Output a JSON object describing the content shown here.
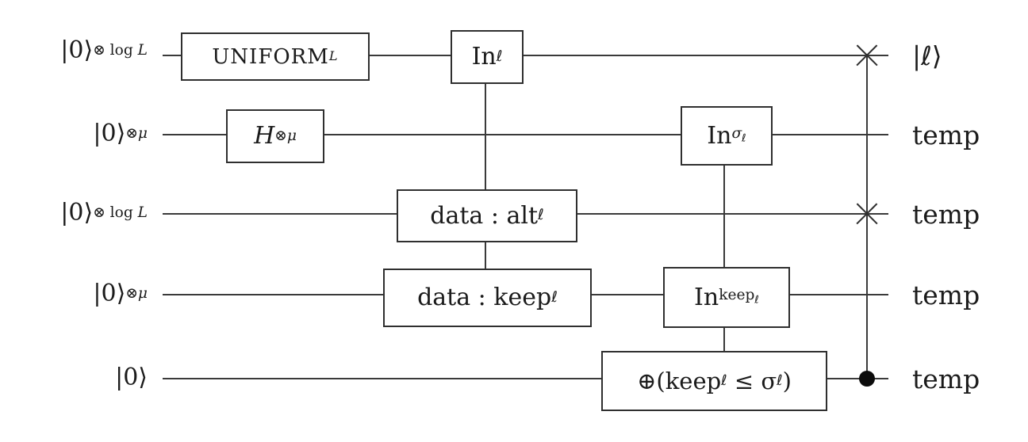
{
  "figure": "quantum-circuit",
  "colors": {
    "line": "#3a3a3a",
    "background": "#ffffff",
    "text": "#1b1b1b"
  },
  "wires": [
    {
      "input": {
        "base": "|0⟩",
        "sup_prefix": "⊗ log ",
        "sup_var": "L"
      },
      "output": "|ℓ⟩"
    },
    {
      "input": {
        "base": "|0⟩",
        "sup_prefix": "⊗",
        "sup_var": "μ"
      },
      "output": "temp"
    },
    {
      "input": {
        "base": "|0⟩",
        "sup_prefix": "⊗ log ",
        "sup_var": "L"
      },
      "output": "temp"
    },
    {
      "input": {
        "base": "|0⟩",
        "sup_prefix": "⊗",
        "sup_var": "μ"
      },
      "output": "temp"
    },
    {
      "input": {
        "base": "|0⟩"
      },
      "output": "temp"
    }
  ],
  "gates": {
    "uniform": {
      "name": "UNIFORM",
      "sub": "L"
    },
    "in_l": {
      "name": "In",
      "sub": "ℓ"
    },
    "h": {
      "name": "H",
      "sup_prefix": "⊗",
      "sup_var": "μ"
    },
    "in_sigma": {
      "name": "In",
      "sub": "σ",
      "subsub": "ℓ"
    },
    "data_alt": {
      "name": "data : alt",
      "sub": "ℓ"
    },
    "data_keep": {
      "name": "data : keep",
      "sub": "ℓ"
    },
    "in_keep": {
      "name": "In",
      "sub": "keep",
      "subsub": "ℓ"
    },
    "xor_compare": {
      "p1": "⊕(keep",
      "s1": "ℓ",
      "p2": " ≤ σ",
      "s2": "ℓ",
      "p3": ")"
    }
  },
  "symbols": {
    "swap": "×",
    "control": "•"
  }
}
